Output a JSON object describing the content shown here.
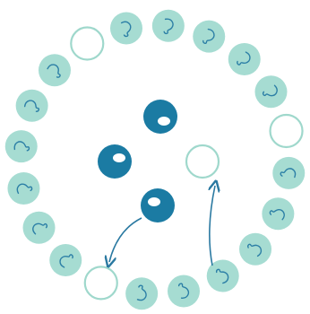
{
  "colors": {
    "ring_fill": "#a6dcd2",
    "ring_stroke": "#a6dcd2",
    "empty_stroke": "#9fd8cc",
    "ear_glyph": "#2c7fa6",
    "center_ball": "#1b7ba3",
    "center_highlight": "#ffffff",
    "arrow": "#2a79a1"
  },
  "ring": {
    "count": 20,
    "empty_positions": [
      0,
      6,
      13
    ],
    "ear_side_by_position": [
      "none",
      "right",
      "right",
      "right",
      "right",
      "right",
      "none",
      "left",
      "left",
      "left",
      "left",
      "left",
      "left",
      "none",
      "right",
      "right",
      "right",
      "right",
      "right",
      "right"
    ]
  },
  "center": {
    "balls": 3,
    "empty_slots": 1
  },
  "arrows": [
    {
      "name": "arrow-ball-to-ring-slot",
      "description_icon": "curved-arrow-icon"
    },
    {
      "name": "arrow-ring-to-center-slot",
      "description_icon": "curved-arrow-icon"
    }
  ]
}
